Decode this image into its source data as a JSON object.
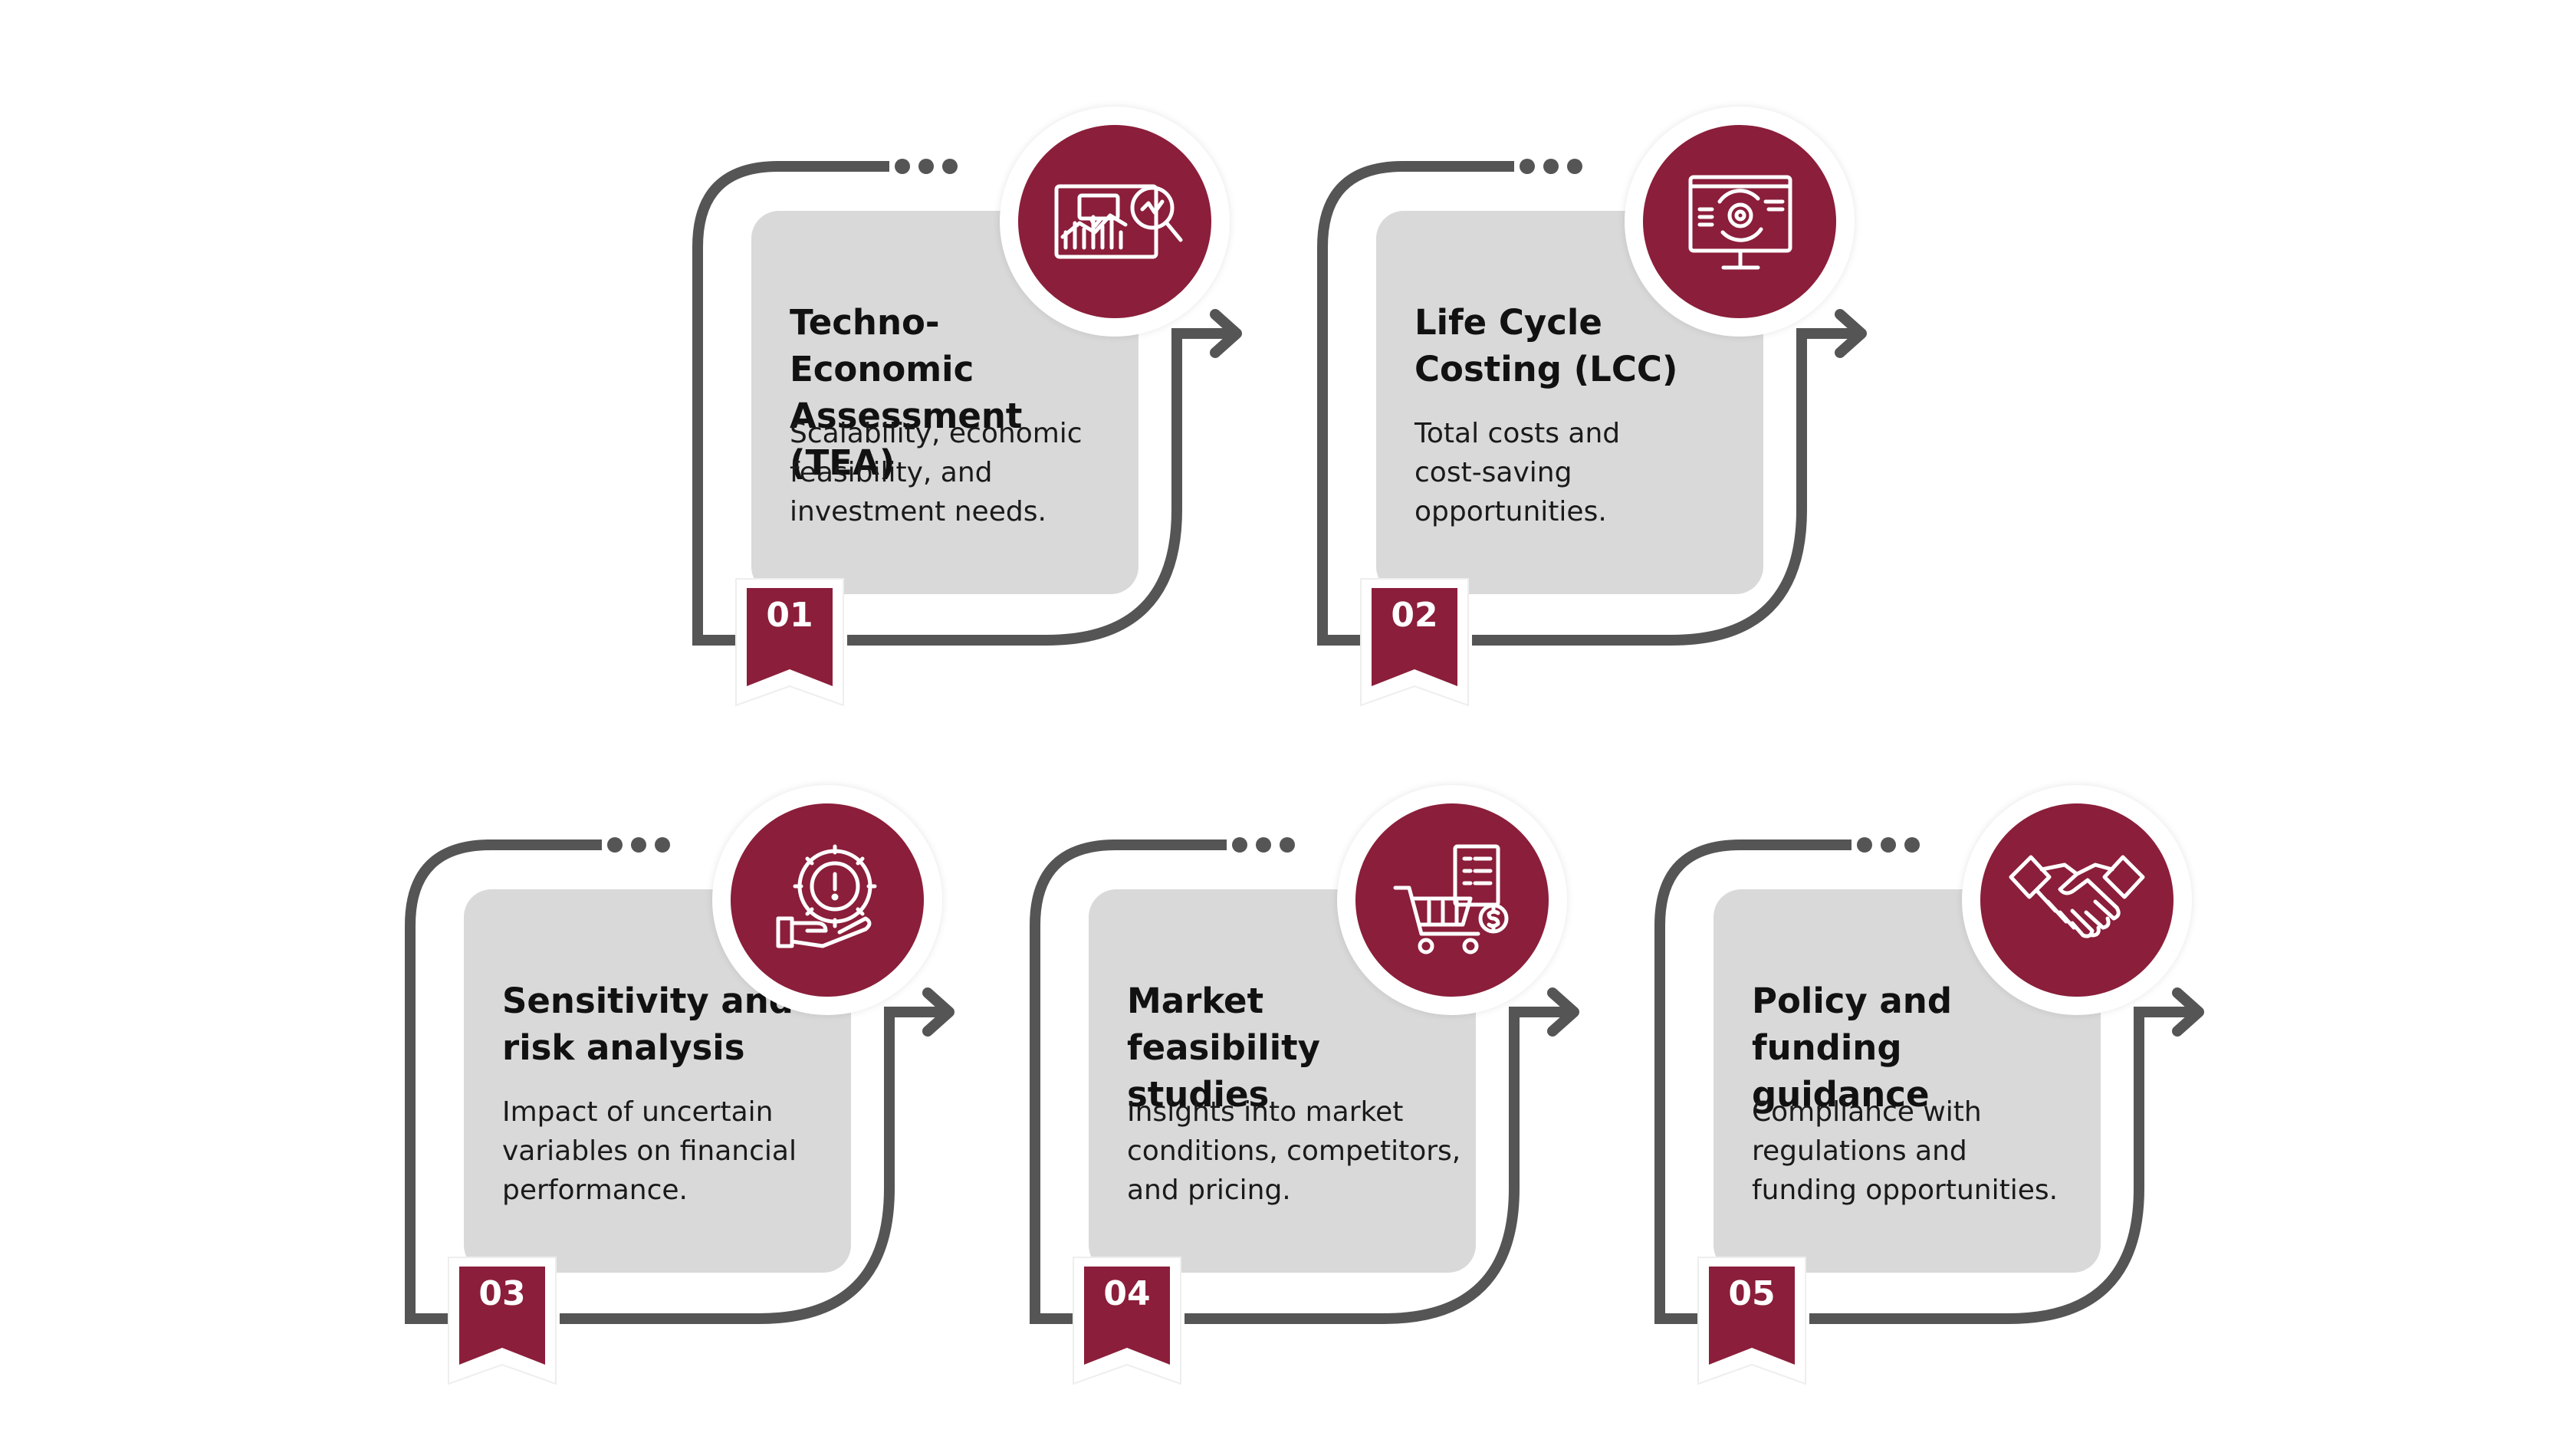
{
  "colors": {
    "accent": "#8b1e3a",
    "frame": "#555555",
    "panel": "#d9d9d9",
    "text": "#111111"
  },
  "steps": [
    {
      "number": "01",
      "title_line1": "Techno-Economic",
      "title_line2": "Assessment (TEA)",
      "desc_line1": "Scalability, economic",
      "desc_line2": "feasibility, and",
      "desc_line3": "investment needs.",
      "icon": "analytics-chart-magnifier-icon"
    },
    {
      "number": "02",
      "title_line1": "Life Cycle",
      "title_line2": "Costing (LCC)",
      "desc_line1": "Total costs and",
      "desc_line2": "cost-saving",
      "desc_line3": "opportunities.",
      "icon": "monitor-cycle-gear-icon"
    },
    {
      "number": "03",
      "title_line1": "Sensitivity and",
      "title_line2": "risk analysis",
      "desc_line1": "Impact of uncertain",
      "desc_line2": "variables on financial",
      "desc_line3": "performance.",
      "icon": "hand-gear-warning-icon"
    },
    {
      "number": "04",
      "title_line1": "Market feasibility",
      "title_line2": "studies",
      "desc_line1": "Insights into market",
      "desc_line2": "conditions, competitors,",
      "desc_line3": "and pricing.",
      "icon": "cart-invoice-dollar-icon"
    },
    {
      "number": "05",
      "title_line1": "Policy and",
      "title_line2": "funding guidance",
      "desc_line1": "Compliance with",
      "desc_line2": "regulations and",
      "desc_line3": "funding opportunities.",
      "icon": "handshake-icon"
    }
  ]
}
